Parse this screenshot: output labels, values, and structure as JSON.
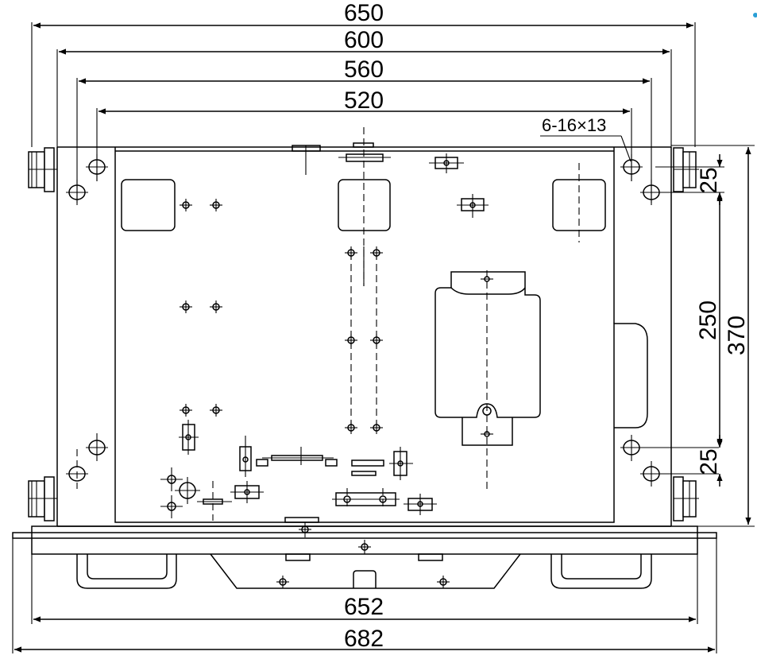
{
  "dimensions": {
    "width_650": "650",
    "width_600": "600",
    "width_560": "560",
    "width_520": "520",
    "hole_note": "6-16×13",
    "height_25_top": "25",
    "height_250": "250",
    "height_370": "370",
    "height_25_bottom": "25",
    "width_652": "652",
    "width_682": "682"
  },
  "colors": {
    "line": "#000000",
    "background": "#ffffff",
    "accent_dot": "#2a9fd6"
  }
}
